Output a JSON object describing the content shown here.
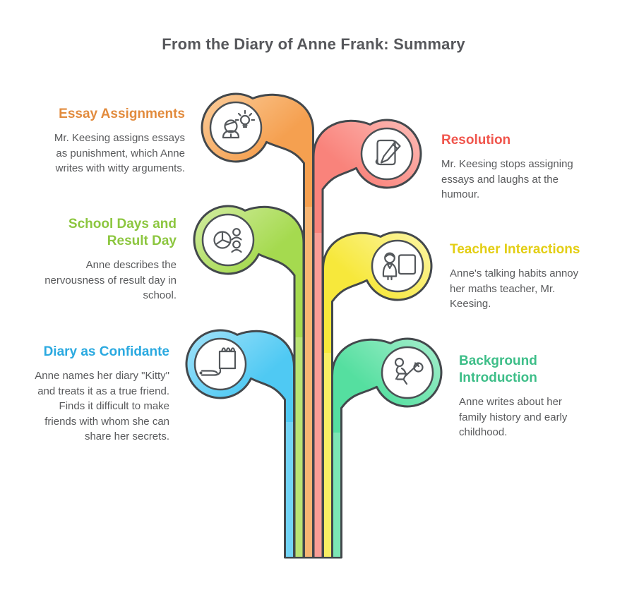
{
  "title": "From the Diary of Anne Frank: Summary",
  "outline_color": "#43484C",
  "text_color": "#595A5C",
  "branches": [
    {
      "id": "essay-assignments",
      "heading": "Essay Assignments",
      "heading_color": "#E28B3D",
      "body": "Mr. Keesing assigns essays\nas punishment, which Anne\nwrites with witty arguments.",
      "icon": "person-idea-icon",
      "colors": {
        "main": "#F5A050",
        "light": "#FBCD9B",
        "stem_light": "#F7B573"
      }
    },
    {
      "id": "resolution",
      "heading": "Resolution",
      "heading_color": "#F0554C",
      "body": "Mr. Keesing stops assigning\nessays and laughs at the\nhumour.",
      "icon": "paper-pen-icon",
      "colors": {
        "main": "#F9837B",
        "light": "#FCBDB8",
        "stem_light": "#FA9D96"
      }
    },
    {
      "id": "school-days-and-result-day",
      "heading": "School Days and\nResult Day",
      "heading_color": "#8CC63F",
      "body": "Anne describes the\nnervousness of result day in\nschool.",
      "icon": "pie-people-icon",
      "colors": {
        "main": "#A5DA4F",
        "light": "#D3EDA2",
        "stem_light": "#B9E373"
      }
    },
    {
      "id": "teacher-interactions",
      "heading": "Teacher Interactions",
      "heading_color": "#E3CE14",
      "body": "Anne's talking habits annoy\nher maths teacher, Mr.\nKeesing.",
      "icon": "teacher-board-icon",
      "colors": {
        "main": "#F7E83B",
        "light": "#FCF6A8",
        "stem_light": "#F9EE63"
      }
    },
    {
      "id": "diary-as-confidante",
      "heading": "Diary as Confidante",
      "heading_color": "#2AA9E0",
      "body": "Anne names her diary \"Kitty\"\nand treats it as a true friend.\nFinds it difficult to make\nfriends with whom she can\nshare her secrets.",
      "icon": "notepad-hand-icon",
      "colors": {
        "main": "#4FC9F3",
        "light": "#A3E3FA",
        "stem_light": "#72D4F6"
      }
    },
    {
      "id": "background-introduction",
      "heading": "Background\nIntroduction",
      "heading_color": "#3DBE88",
      "body": "Anne writes about her\nfamily history and early\nchildhood.",
      "icon": "person-bindle-icon",
      "colors": {
        "main": "#55DFA0",
        "light": "#A8EFCE",
        "stem_light": "#7CE6B4"
      }
    }
  ]
}
